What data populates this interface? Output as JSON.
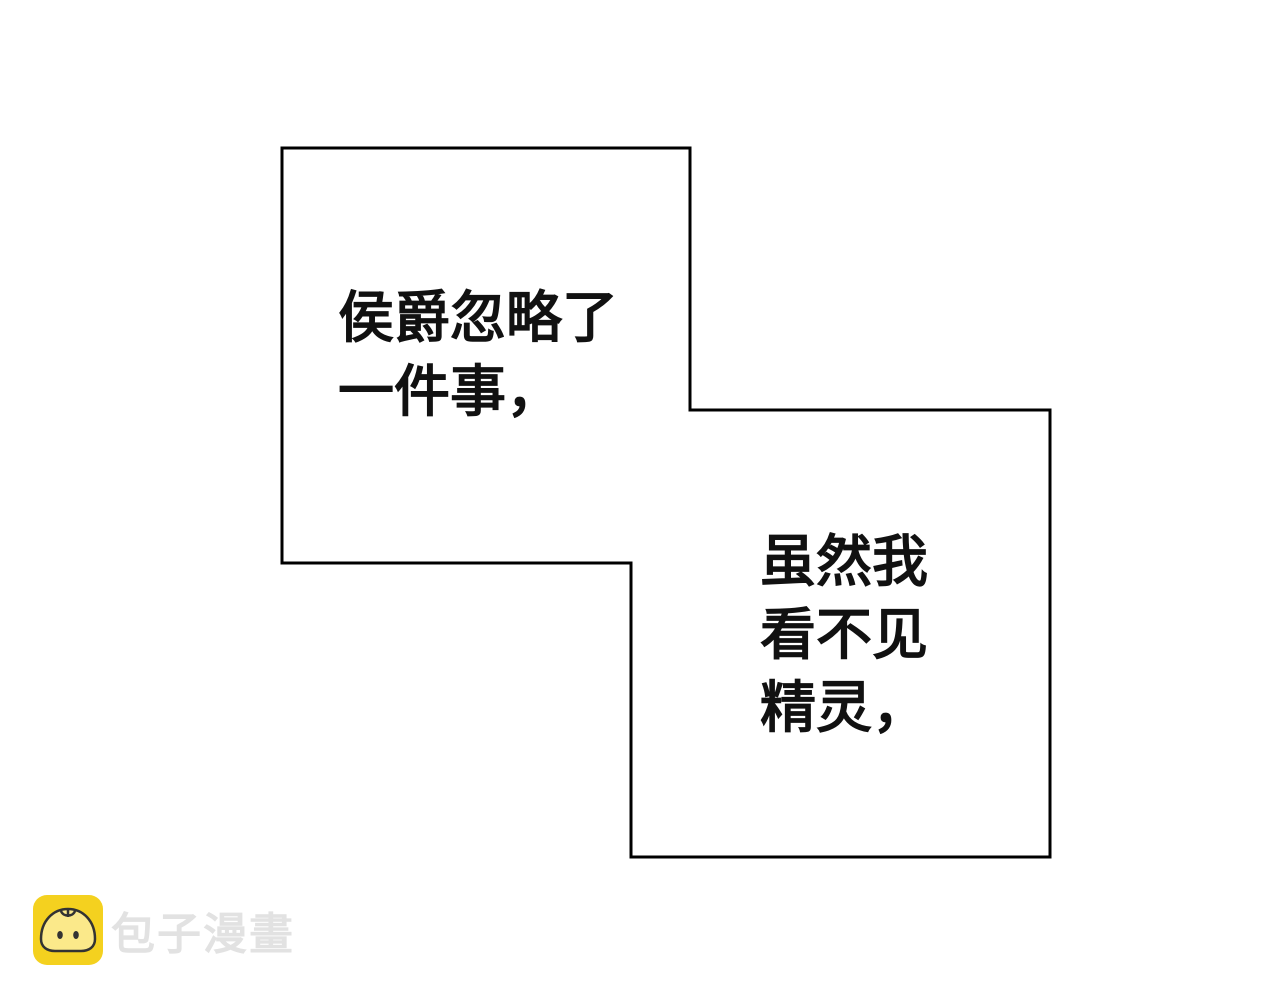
{
  "panel_a": {
    "text_line_1": "侯爵忽略了",
    "text_line_2": "一件事，"
  },
  "panel_b": {
    "text_line_1": "虽然我",
    "text_line_2": "看不见",
    "text_line_3": "精灵，"
  },
  "watermark": {
    "text": "包子漫畫",
    "logo_color": "#f4d11f",
    "text_color": "#e2e2e2"
  }
}
